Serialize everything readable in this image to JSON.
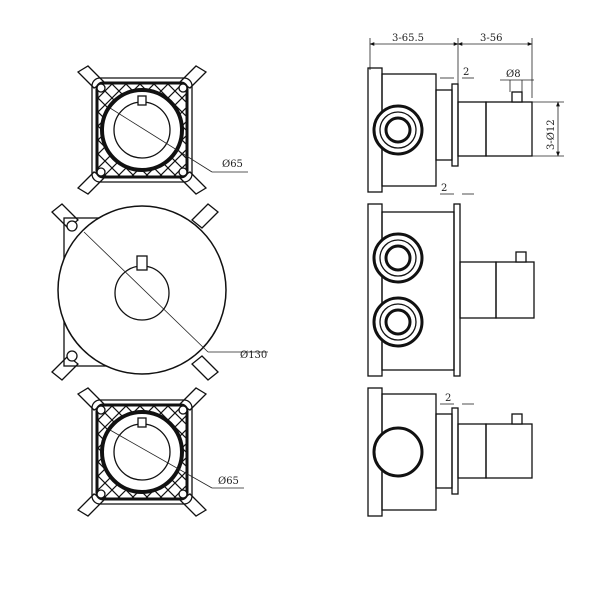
{
  "front_views": {
    "top_unit": {
      "diameter_label": "Ø65"
    },
    "round_plate": {
      "diameter_label": "Ø130"
    },
    "bottom_unit": {
      "diameter_label": "Ø65"
    }
  },
  "side_views": {
    "overall_depth": "3-65.5",
    "handle_depth": "3-56",
    "plate_gap_top": "2",
    "stem_diameter": "Ø8",
    "handle_diameter": "3-Ø12",
    "plate_gap_mid": "2",
    "plate_gap_bottom": "2"
  }
}
